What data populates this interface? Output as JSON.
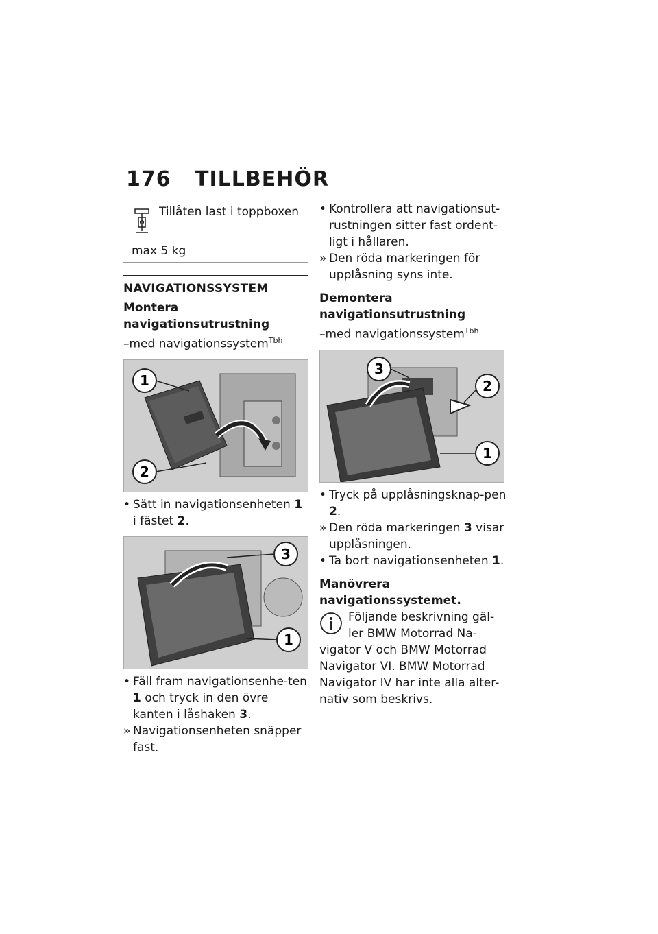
{
  "header": {
    "page_number": "176",
    "chapter_title": "TILLBEHÖR"
  },
  "spec": {
    "title": "Tillåten last i toppboxen",
    "value": "max 5 kg"
  },
  "section_title": "NAVIGATIONSSYSTEM",
  "mount": {
    "title": "Montera navigationsutrustning",
    "condition": "–med navigationssystem",
    "condition_sup": "Tbh",
    "fig1_labels": [
      "1",
      "2"
    ],
    "step1": {
      "text_a": "Sätt in navigationsenheten ",
      "ref1": "1",
      "text_b": " i fästet ",
      "ref2": "2",
      "text_c": "."
    },
    "fig2_labels": [
      "3",
      "1"
    ],
    "step2": {
      "text_a": "Fäll fram navigationsenhe-ten ",
      "ref1": "1",
      "text_b": " och tryck in den övre kanten i låshaken ",
      "ref2": "3",
      "text_c": "."
    },
    "result1": "Navigationsenheten snäpper fast.",
    "step3": "Kontrollera att navigationsut-rustningen sitter fast ordent-ligt i hållaren.",
    "result2": "Den röda markeringen för upplåsning syns inte."
  },
  "demount": {
    "title": "Demontera navigationsutrustning",
    "condition": "–med navigationssystem",
    "condition_sup": "Tbh",
    "fig3_labels": [
      "3",
      "2",
      "1"
    ],
    "step1": {
      "text_a": "Tryck på upplåsningsknap-pen ",
      "ref1": "2",
      "text_b": "."
    },
    "result1": {
      "text_a": "Den röda markeringen ",
      "ref1": "3",
      "text_b": " visar upplåsningen."
    },
    "step2": {
      "text_a": "Ta bort navigationsenheten ",
      "ref1": "1",
      "text_b": "."
    }
  },
  "operate": {
    "title": "Manövrera navigationssystemet.",
    "info": "Följande beskrivning gäl-ler BMW Motorrad Na-vigator V och BMW Motorrad Navigator VI. BMW Motorrad Navigator IV har inte alla alter-nativ som beskrivs."
  },
  "markers": {
    "bullet": "•",
    "result": "»"
  }
}
